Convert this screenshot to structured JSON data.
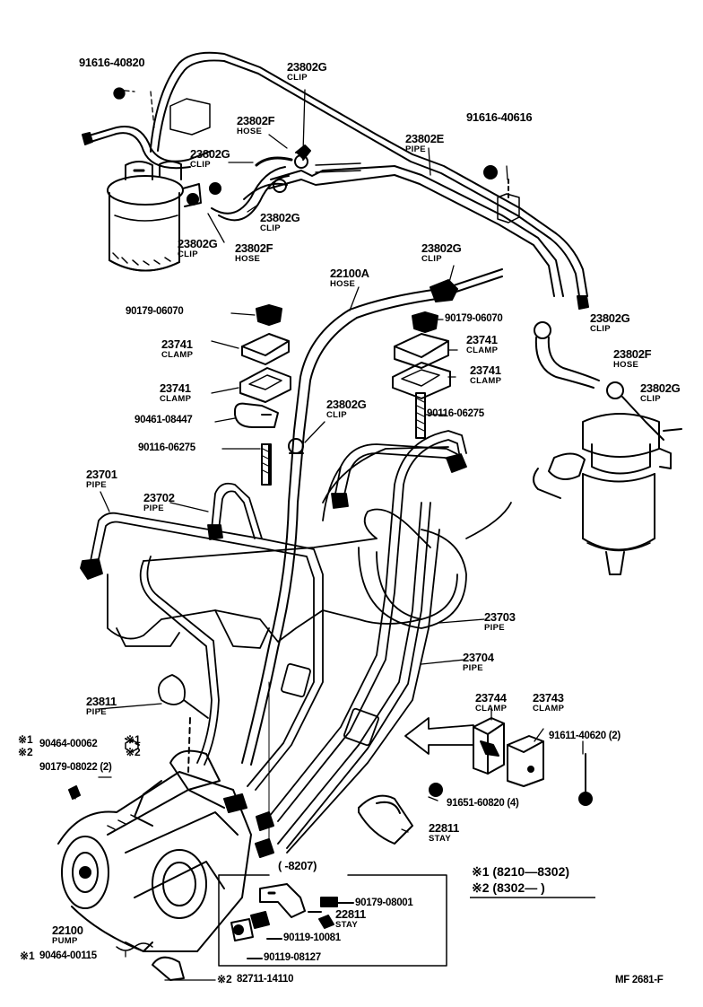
{
  "parts": {
    "p_91616_40820": {
      "num": "91616-40820"
    },
    "p_23802g_a": {
      "num": "23802G",
      "name": "CLIP"
    },
    "p_23802f_a": {
      "num": "23802F",
      "name": "HOSE"
    },
    "p_23802g_b": {
      "num": "23802G",
      "name": "CLIP"
    },
    "p_23802e": {
      "num": "23802E",
      "name": "PIPE"
    },
    "p_91616_40616": {
      "num": "91616-40616"
    },
    "p_23802g_c": {
      "num": "23802G",
      "name": "CLIP"
    },
    "p_23802g_d": {
      "num": "23802G",
      "name": "CLIP"
    },
    "p_23802f_b": {
      "num": "23802F",
      "name": "HOSE"
    },
    "p_23802g_e": {
      "num": "23802G",
      "name": "CLIP"
    },
    "p_22100a": {
      "num": "22100A",
      "name": "HOSE"
    },
    "p_90179_06070_a": {
      "num": "90179-06070"
    },
    "p_90179_06070_b": {
      "num": "90179-06070"
    },
    "p_23802g_f": {
      "num": "23802G",
      "name": "CLIP"
    },
    "p_23741_a": {
      "num": "23741",
      "name": "CLAMP"
    },
    "p_23741_b": {
      "num": "23741",
      "name": "CLAMP"
    },
    "p_23741_c": {
      "num": "23741",
      "name": "CLAMP"
    },
    "p_23741_d": {
      "num": "23741",
      "name": "CLAMP"
    },
    "p_23802f_c": {
      "num": "23802F",
      "name": "HOSE"
    },
    "p_23802g_g": {
      "num": "23802G",
      "name": "CLIP"
    },
    "p_90461_08447": {
      "num": "90461-08447"
    },
    "p_23802g_h": {
      "num": "23802G",
      "name": "CLIP"
    },
    "p_90116_06275_a": {
      "num": "90116-06275"
    },
    "p_90116_06275_b": {
      "num": "90116-06275"
    },
    "p_23701": {
      "num": "23701",
      "name": "PIPE"
    },
    "p_23702": {
      "num": "23702",
      "name": "PIPE"
    },
    "p_23703": {
      "num": "23703",
      "name": "PIPE"
    },
    "p_23704": {
      "num": "23704",
      "name": "PIPE"
    },
    "p_23811": {
      "num": "23811",
      "name": "PIPE"
    },
    "p_23744": {
      "num": "23744",
      "name": "CLAMP"
    },
    "p_23743": {
      "num": "23743",
      "name": "CLAMP"
    },
    "p_91611_40620": {
      "num": "91611-40620 (2)"
    },
    "p_90464_00062": {
      "num": "90464-00062"
    },
    "p_90179_08022": {
      "num": "90179-08022 (2)"
    },
    "p_91651_60820": {
      "num": "91651-60820 (4)"
    },
    "p_22811_a": {
      "num": "22811",
      "name": "STAY"
    },
    "p_range": {
      "num": "(         -8207)"
    },
    "p_90179_08001": {
      "num": "90179-08001"
    },
    "p_22811_b": {
      "num": "22811",
      "name": "STAY"
    },
    "p_90119_10081": {
      "num": "90119-10081"
    },
    "p_90119_08127": {
      "num": "90119-08127"
    },
    "p_22100": {
      "num": "22100",
      "name": "PUMP"
    },
    "p_90464_00115": {
      "num": "90464-00115"
    },
    "p_82711_14110": {
      "num": "82711-14110"
    }
  },
  "marks": {
    "m1_label": "※1",
    "m2_label": "※2",
    "m1_left": "※1",
    "m2_left": "※2",
    "m1_bottom": "※1",
    "m2_bottom": "※2"
  },
  "notes": {
    "note1": "※1 (8210—8302)",
    "note2": "※2 (8302—        )"
  },
  "figure_ref": "MF  2681-F"
}
